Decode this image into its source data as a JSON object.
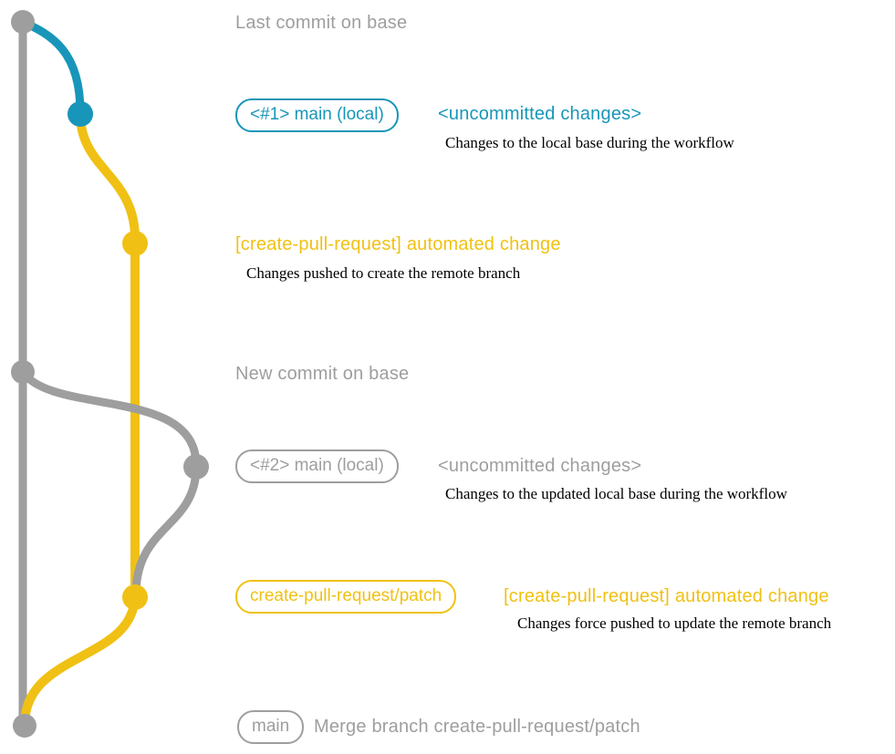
{
  "colors": {
    "gray": "#9e9e9e",
    "blue": "#1796b9",
    "yellow": "#f0c114"
  },
  "graph": {
    "branches": [
      {
        "name": "base-branch",
        "color": "#9e9e9e"
      },
      {
        "name": "local-main-branch-1",
        "color": "#1796b9"
      },
      {
        "name": "create-pull-request-patch-branch",
        "color": "#f0c114"
      },
      {
        "name": "local-main-branch-2",
        "color": "#9e9e9e"
      }
    ],
    "commits": [
      {
        "name": "last-commit-on-base",
        "color": "#9e9e9e"
      },
      {
        "name": "local-main-commit-1",
        "color": "#1796b9"
      },
      {
        "name": "automated-change-commit-1",
        "color": "#f0c114"
      },
      {
        "name": "new-commit-on-base",
        "color": "#9e9e9e"
      },
      {
        "name": "local-main-commit-2",
        "color": "#9e9e9e"
      },
      {
        "name": "automated-change-commit-2",
        "color": "#f0c114"
      },
      {
        "name": "merge-commit",
        "color": "#9e9e9e"
      }
    ]
  },
  "rows": {
    "last_commit": {
      "label": "Last commit on base"
    },
    "row1": {
      "badge": "<#1> main (local)",
      "tag": "<uncommitted changes>",
      "desc": "Changes to the local base during the workflow"
    },
    "row2": {
      "title": "[create-pull-request] automated change",
      "desc": "Changes pushed to create the remote branch"
    },
    "new_commit": {
      "label": "New commit on base"
    },
    "row3": {
      "badge": "<#2> main (local)",
      "tag": "<uncommitted changes>",
      "desc": "Changes to the updated local base during the workflow"
    },
    "row4": {
      "badge": "create-pull-request/patch",
      "tag": "[create-pull-request] automated change",
      "desc": "Changes force pushed to update the remote branch"
    },
    "row5": {
      "badge": "main",
      "label": "Merge branch create-pull-request/patch"
    }
  }
}
